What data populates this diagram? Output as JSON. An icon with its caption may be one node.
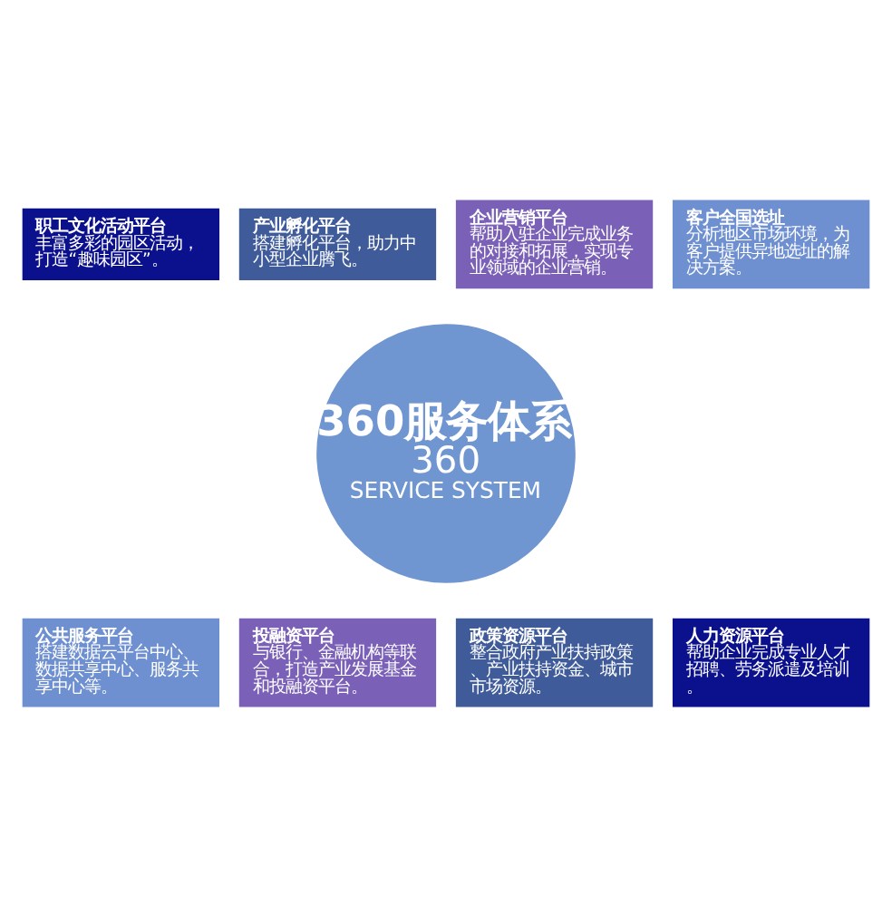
{
  "diagram": {
    "nodes": [
      {
        "text": [
          "产业孵化平台",
          "搭建孵化平台，助力中小型企业腾飞。"
        ]
      },
      {
        "text": [
          "企业营销平台",
          "帮助入驻企业完成业务的对接和拓展，实现专业领域的企业营销。"
        ]
      },
      {
        "text": [
          "职工文化活动平台",
          "丰富多彩的园区活动，打造“趣味园区”。"
        ]
      },
      {
        "text": [
          "客户全国选址",
          "分析地区市场环境，为客户提供异地选址的解决方案。"
        ]
      },
      {
        "text": [
          "360服务体系",
          "360",
          "SERVICE SYSTEM"
        ]
      },
      {
        "text": [
          "公共服务平台",
          "搭建数据云平台中心、数据共享中心、服务共享中心等。"
        ]
      },
      {
        "text": [
          "人力资源平台",
          "帮助企业完成专业人才招聘、劳务派遣及培训。"
        ]
      },
      {
        "text": [
          "投融资平台",
          "与银行、金融机构等联合，打造产业发展基金和投融资平台。"
        ]
      },
      {
        "text": [
          "政策资源平台",
          "整合政府产业扶持政策、产业扶持资金、城市市场资源。"
        ]
      }
    ],
    "edges": []
  }
}
